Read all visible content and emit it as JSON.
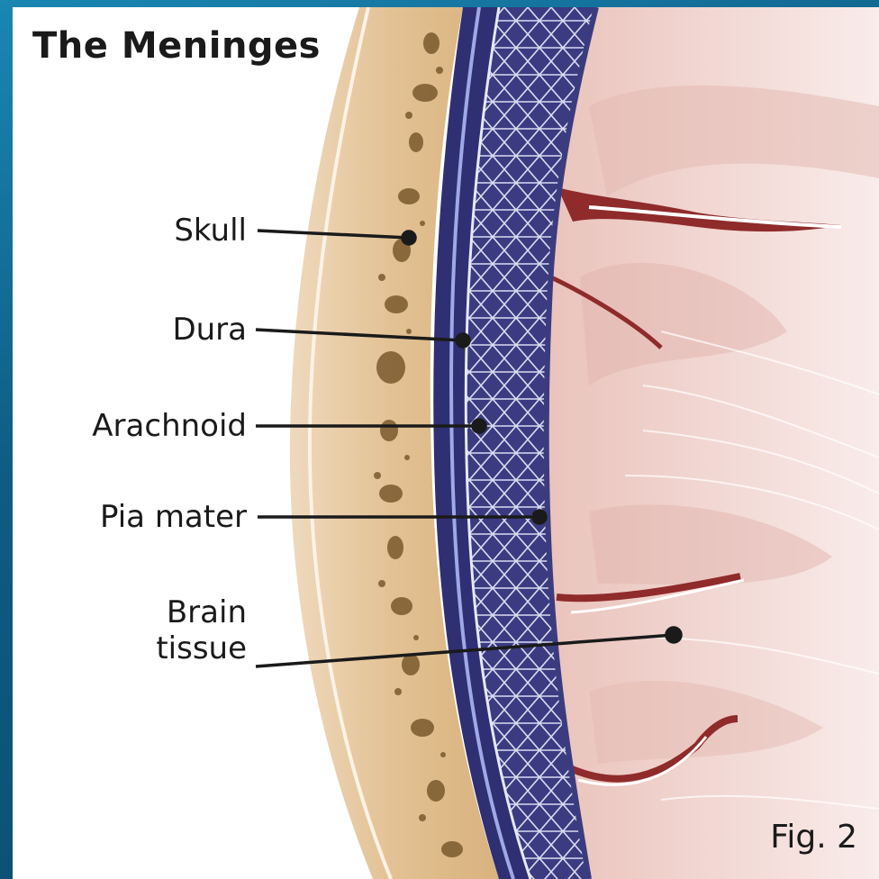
{
  "title": "The Meninges",
  "labels": {
    "skull": "Skull",
    "dura": "Dura",
    "arachnoid": "Arachnoid",
    "pia": "Pia mater",
    "brain_line1": "Brain",
    "brain_line2": "tissue"
  },
  "figure_caption": "Fig. 2",
  "colors": {
    "frame": "#0e5c82",
    "bone": "#e7c9a0",
    "dura": "#2f2f74",
    "arachnoid": "#3e3f86",
    "brain": "#f1d6d1",
    "sulcus": "#8f2b2b",
    "leader": "#1a1a1a"
  }
}
